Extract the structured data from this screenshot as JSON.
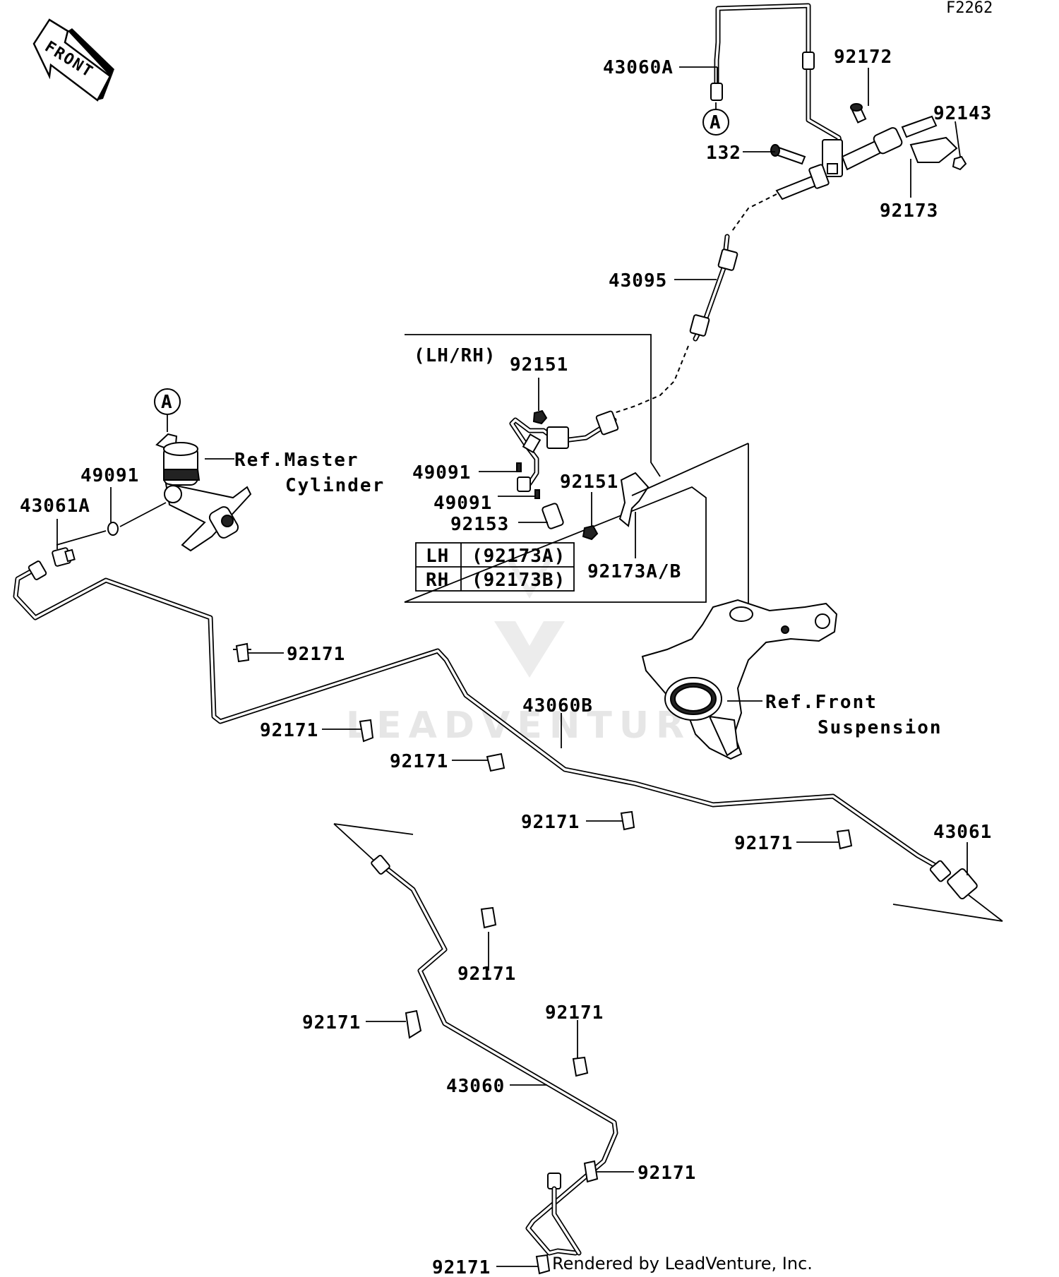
{
  "figure_code": "F2262",
  "front_label": "FRONT",
  "ref_marker": "A",
  "inset": {
    "title": "(LH/RH)",
    "table": [
      {
        "side": "LH",
        "part": "(92173A)"
      },
      {
        "side": "RH",
        "part": "(92173B)"
      }
    ]
  },
  "refs": {
    "master_cylinder_line1": "Ref.Master",
    "master_cylinder_line2": "Cylinder",
    "front_suspension_line1": "Ref.Front",
    "front_suspension_line2": "Suspension"
  },
  "callouts": {
    "p43060A": "43060A",
    "p92172": "92172",
    "p92143": "92143",
    "p132": "132",
    "p92173": "92173",
    "p43095": "43095",
    "p92151a": "92151",
    "p49091a": "49091",
    "p49091b": "49091",
    "p92153": "92153",
    "p92151b": "92151",
    "p92173AB": "92173A/B",
    "p49091c": "49091",
    "p43061A": "43061A",
    "p92171a": "92171",
    "p92171b": "92171",
    "p92171c": "92171",
    "p43060B": "43060B",
    "p92171d": "92171",
    "p92171e": "92171",
    "p43061": "43061",
    "p92171f": "92171",
    "p92171g": "92171",
    "p92171h": "92171",
    "p43060": "43060",
    "p92171i": "92171",
    "p92171j": "92171"
  },
  "watermark": "LEADVENTURE",
  "footer": "Rendered by LeadVenture, Inc."
}
